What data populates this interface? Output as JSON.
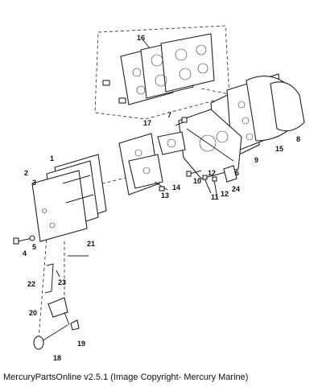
{
  "caption": "MercuryPartsOnline v2.5.1 (Image Copyright- Mercury Marine)",
  "callouts": [
    "16",
    "7",
    "17",
    "6",
    "9",
    "15",
    "8",
    "1",
    "2",
    "3",
    "14",
    "13",
    "10",
    "12",
    "11",
    "12",
    "24",
    "4",
    "5",
    "21",
    "22",
    "23",
    "20",
    "19",
    "18"
  ]
}
